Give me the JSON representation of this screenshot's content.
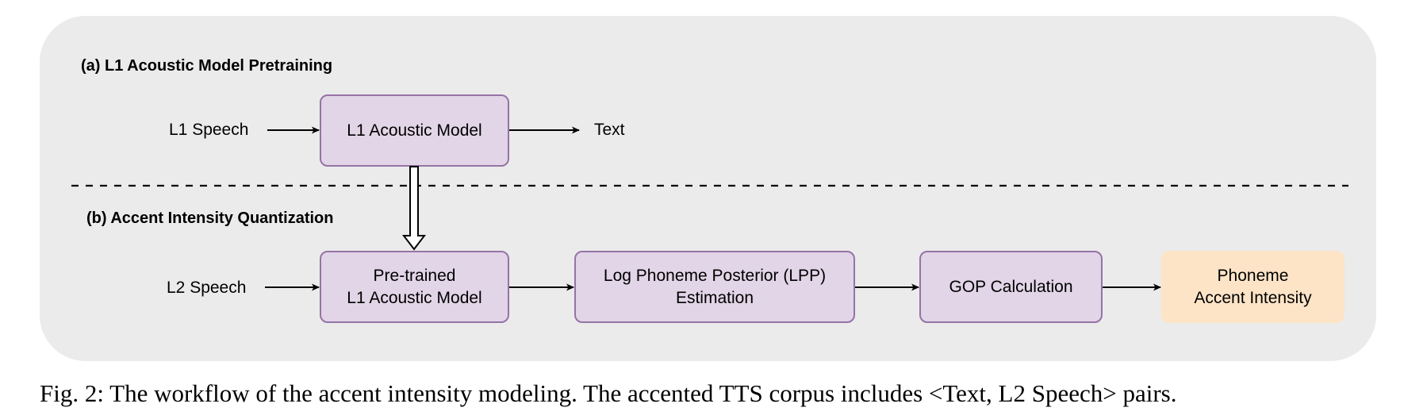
{
  "section_a": {
    "title": "(a) L1 Acoustic Model Pretraining",
    "input": "L1 Speech",
    "model": "L1 Acoustic Model",
    "output": "Text"
  },
  "section_b": {
    "title": "(b) Accent Intensity Quantization",
    "input": "L2 Speech",
    "pretrained_line1": "Pre-trained",
    "pretrained_line2": "L1 Acoustic Model",
    "lpp_line1": "Log Phoneme Posterior (LPP)",
    "lpp_line2": "Estimation",
    "gop": "GOP Calculation",
    "result_line1": "Phoneme",
    "result_line2": "Accent Intensity"
  },
  "colors": {
    "panel_background": "#ebebeb",
    "model_fill": "#e1d5e7",
    "model_border": "#9673a6",
    "output_fill": "#fde4c7"
  },
  "caption": "Fig. 2: The workflow of the accent intensity modeling. The accented TTS corpus includes <Text, L2 Speech> pairs."
}
